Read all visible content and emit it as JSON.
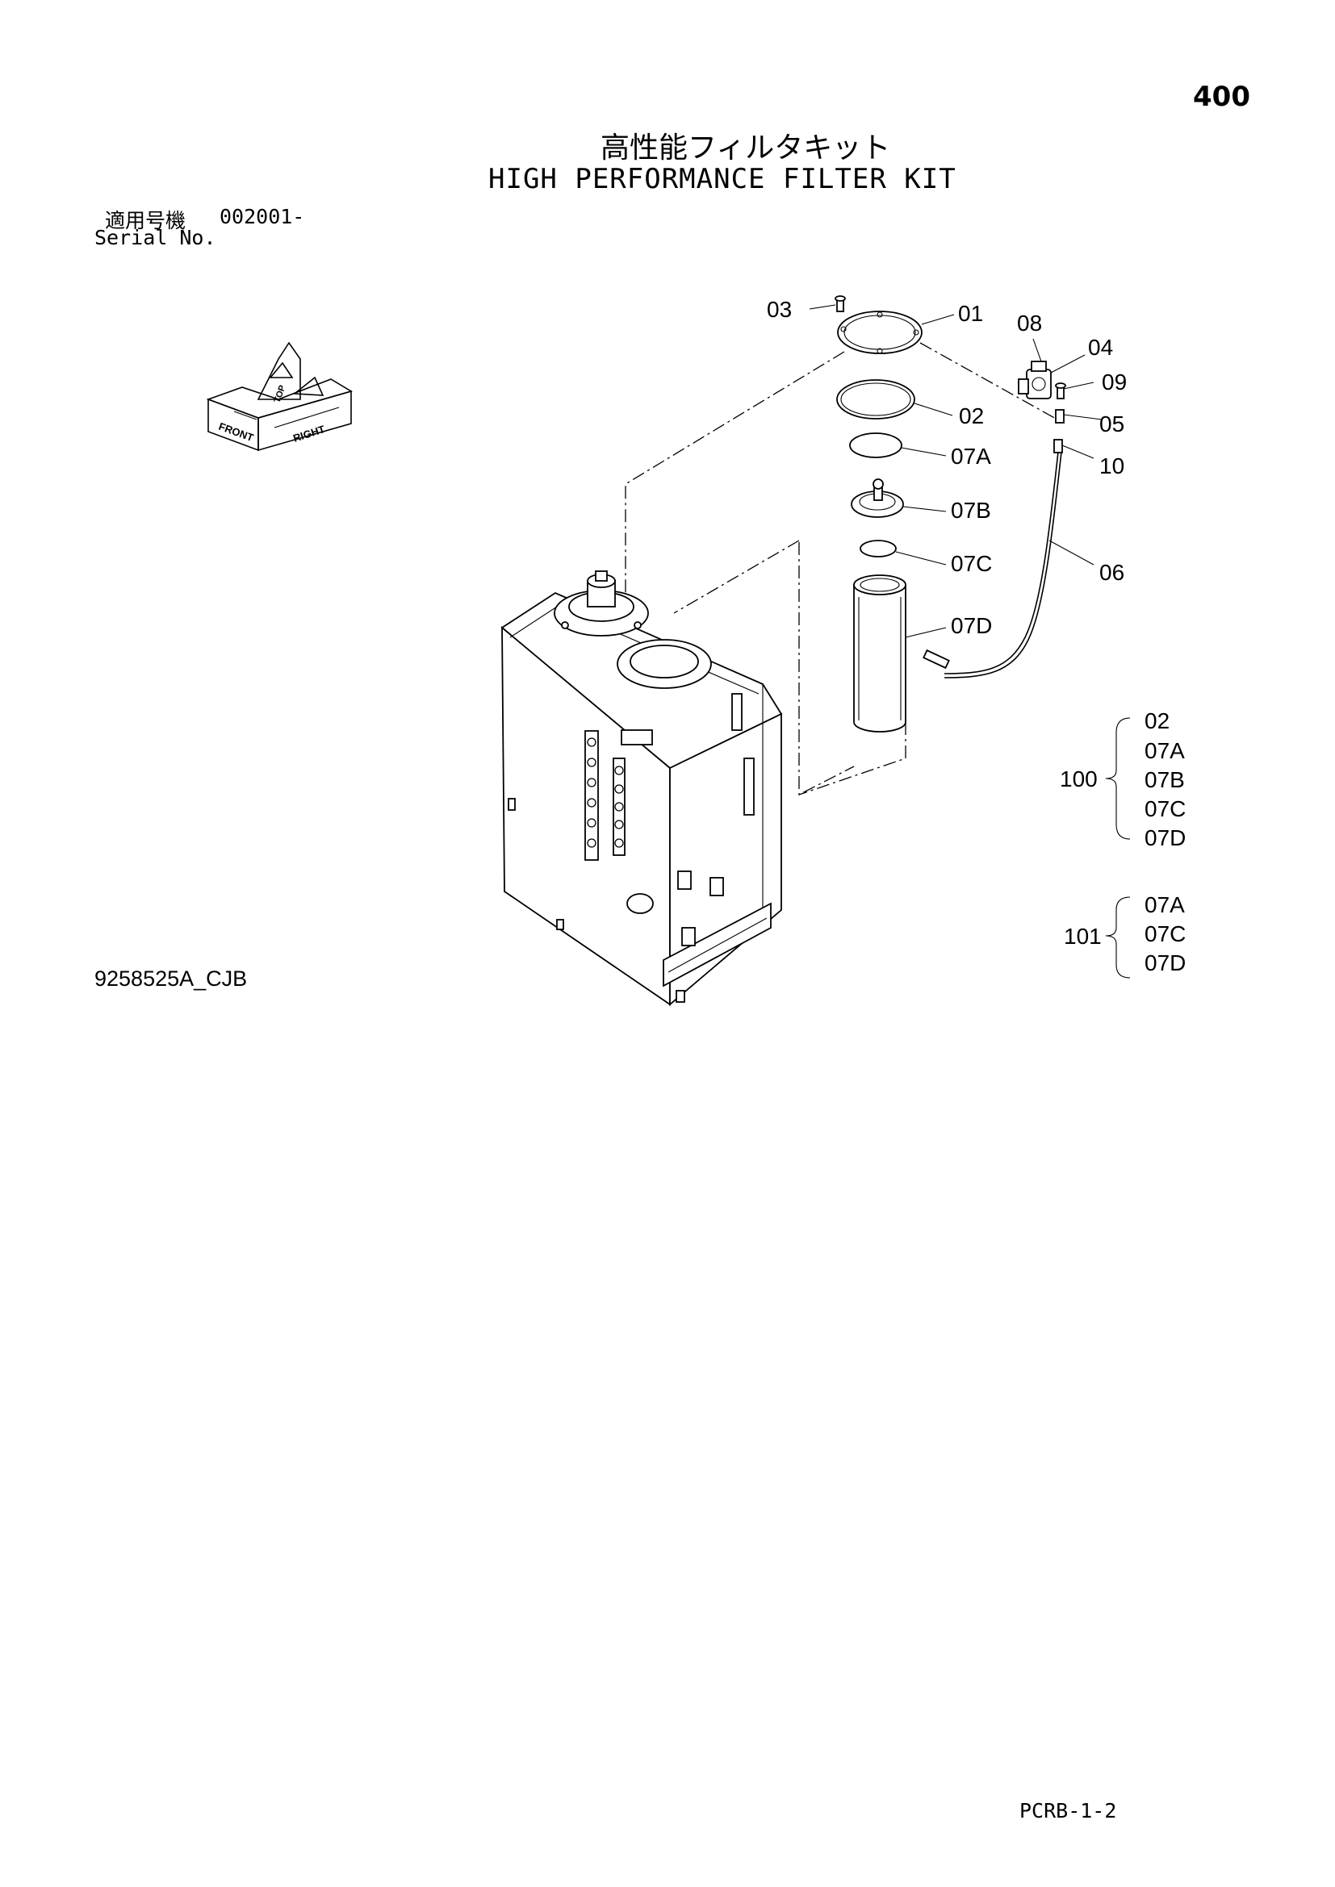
{
  "page": {
    "number": "400",
    "title_jp": "高性能フィルタキット",
    "title_en": "HIGH PERFORMANCE FILTER KIT",
    "serial_label_jp": "適用号機",
    "serial_value": "002001-",
    "serial_label_en": "Serial No.",
    "drawing_number": "9258525A_CJB",
    "footer_code": "PCRB-1-2"
  },
  "compass": {
    "front_label": "FRONT",
    "right_label": "RIGHT",
    "top_label": "TOP"
  },
  "callouts": {
    "c01": "01",
    "c02": "02",
    "c03": "03",
    "c04": "04",
    "c05": "05",
    "c06": "06",
    "c07A": "07A",
    "c07B": "07B",
    "c07C": "07C",
    "c07D": "07D",
    "c08": "08",
    "c09": "09",
    "c10": "10"
  },
  "kits": [
    {
      "number": "100",
      "items": [
        "02",
        "07A",
        "07B",
        "07C",
        "07D"
      ]
    },
    {
      "number": "101",
      "items": [
        "07A",
        "07C",
        "07D"
      ]
    }
  ]
}
